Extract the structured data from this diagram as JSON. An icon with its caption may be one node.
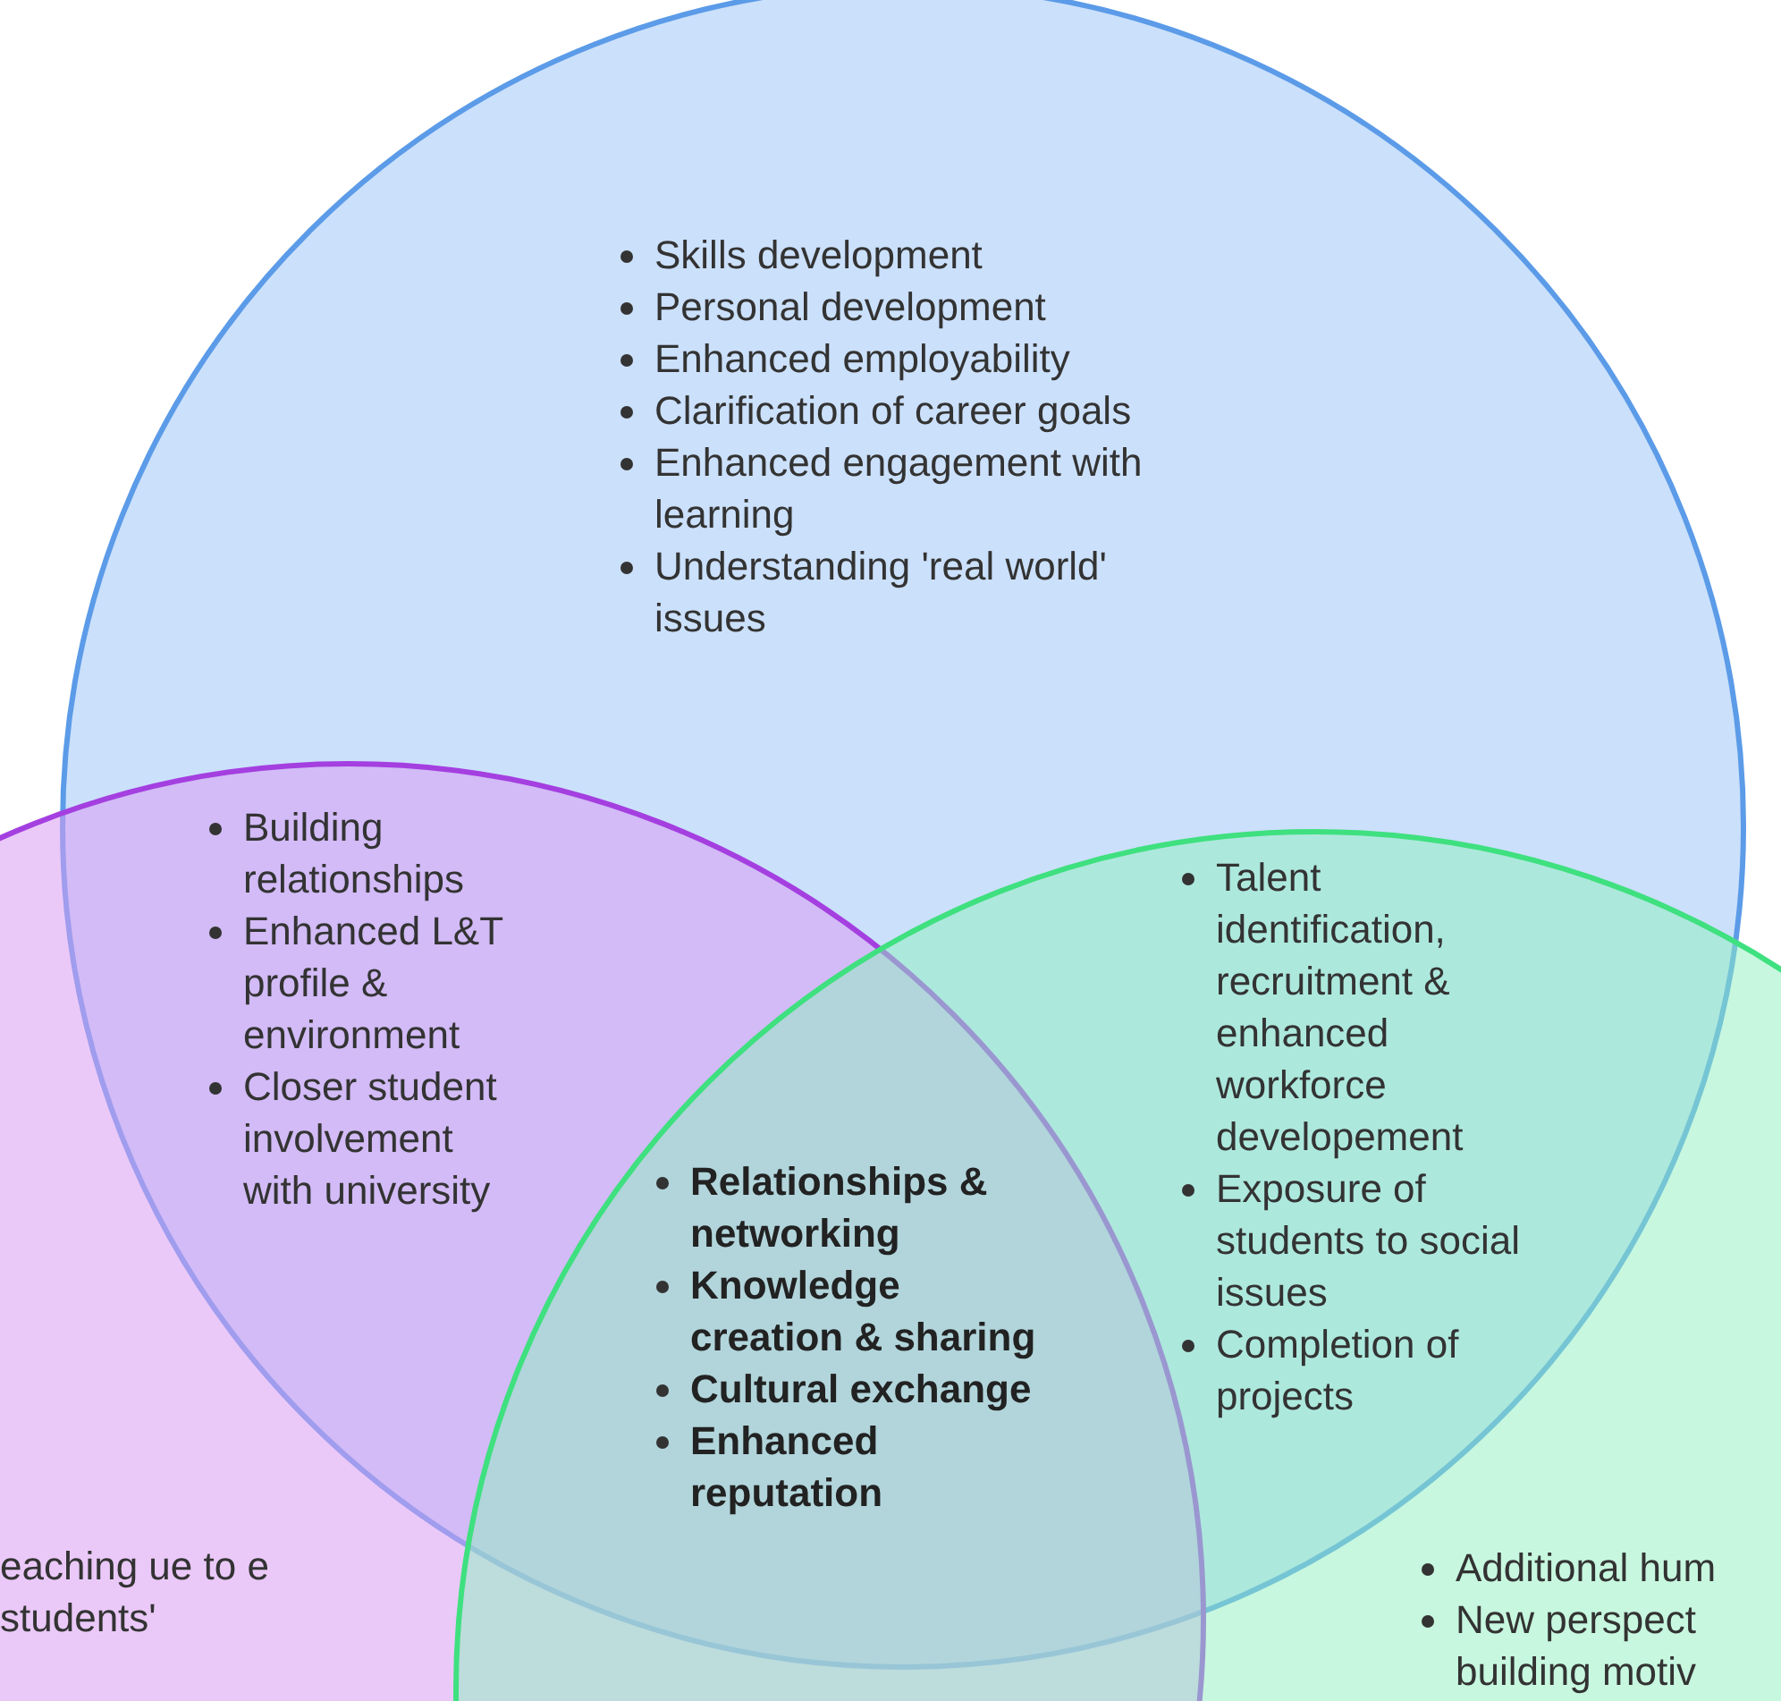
{
  "diagram": {
    "nodes": [
      {
        "text": [],
        "shape": "circle"
      },
      {
        "text": [],
        "shape": "circle"
      },
      {
        "text": [],
        "shape": "circle"
      }
    ],
    "labels": [
      "Skills development",
      "Personal development",
      "Enhanced employability",
      "Clarification of career goals",
      "Enhanced engagement with learning",
      "Understanding 'real world' issues",
      "Building relationships",
      "Enhanced L&T profile & environment",
      "Closer student involvement with university",
      "Talent identification, recruitment & enhanced workforce developement",
      "Exposure of students to social issues",
      "Completion of projects",
      "Relationships & networking",
      "Knowledge creation & sharing",
      "Cultural exchange",
      "Enhanced reputation",
      "eaching ue to e students'",
      "Additional hum",
      "New perspect building motiv"
    ]
  }
}
